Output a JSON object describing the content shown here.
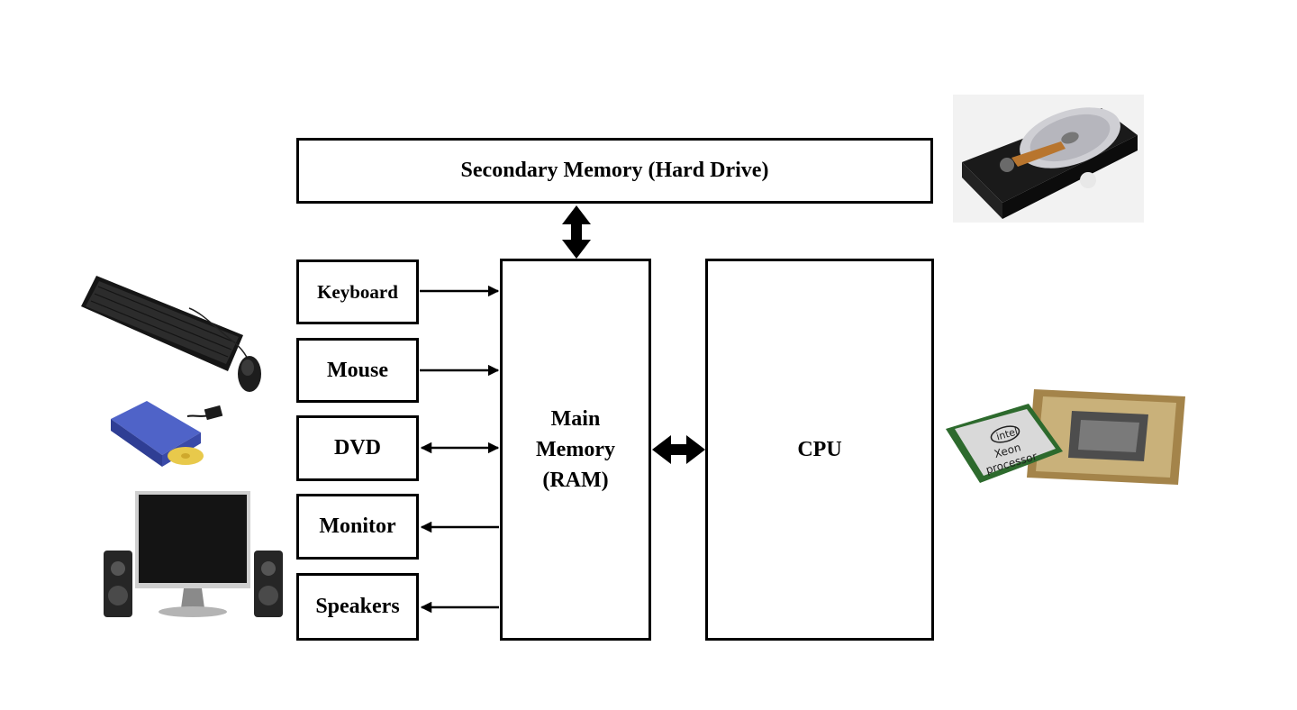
{
  "diagram": {
    "secondary_memory": "Secondary Memory (Hard Drive)",
    "main_memory": "Main Memory (RAM)",
    "main_memory_lines": [
      "Main",
      "Memory",
      "(RAM)"
    ],
    "cpu": "CPU",
    "devices": {
      "keyboard": "Keyboard",
      "mouse": "Mouse",
      "dvd": "DVD",
      "monitor": "Monitor",
      "speakers": "Speakers"
    }
  },
  "images": {
    "hard_drive": "hard-drive-photo",
    "cpu_chip": "intel-xeon-processor-photo",
    "cpu_logo_brand": "intel",
    "cpu_logo_lines": [
      "Xeon",
      "processor"
    ],
    "keyboard_mouse": "keyboard-and-mouse-photo",
    "dvd_drive": "external-dvd-drive-photo",
    "monitor_speakers": "monitor-and-speakers-photo"
  },
  "colors": {
    "border": "#000000",
    "background": "#ffffff"
  }
}
